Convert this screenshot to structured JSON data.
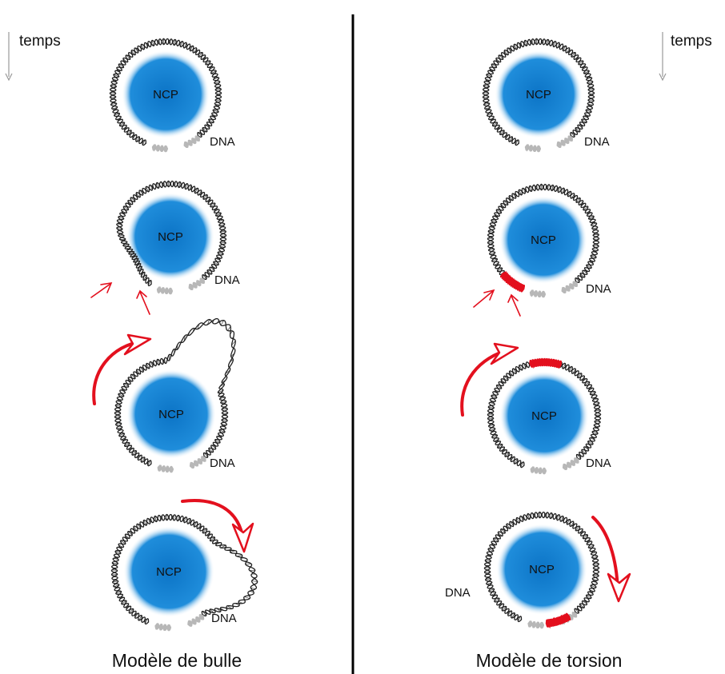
{
  "time_label": "temps",
  "ncp_label": "NCP",
  "dna_label": "DNA",
  "left_title": "Modèle de bulle",
  "right_title": "Modèle de torsion",
  "colors": {
    "ncp_center": "#0f78c8",
    "ncp_edge": "#3aa0e4",
    "dna": "#222222",
    "dna_faded": "#b8b8b8",
    "arrow": "#e3101e",
    "divider": "#000000"
  }
}
